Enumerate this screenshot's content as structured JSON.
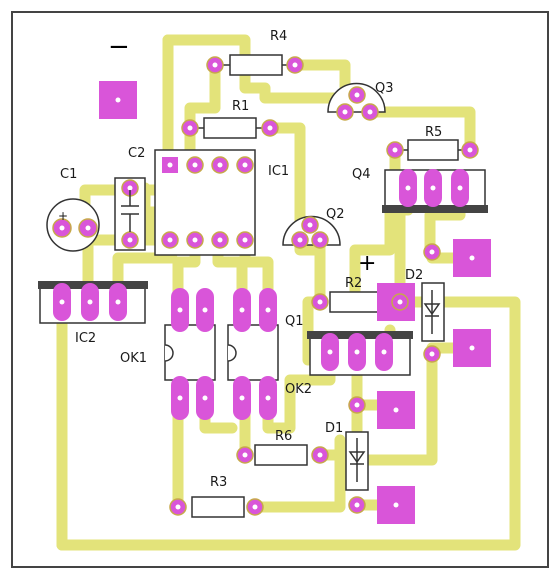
{
  "colors": {
    "trace": "#e3e37a",
    "pad": "#d955d9",
    "pad_hole": "#ffffff",
    "pad_ring": "#c7a94a",
    "outline": "#333333",
    "body": "#ffffff",
    "heatsink": "#444444",
    "frame": "#444444"
  },
  "labels": {
    "r4": "R4",
    "r1": "R1",
    "q3": "Q3",
    "c2": "C2",
    "ic1": "IC1",
    "r5": "R5",
    "c1": "C1",
    "q4": "Q4",
    "q2": "Q2",
    "r2": "R2",
    "d2": "D2",
    "ic2": "IC2",
    "q1": "Q1",
    "ok1": "OK1",
    "ok2": "OK2",
    "d1": "D1",
    "r6": "R6",
    "r3": "R3"
  },
  "symbols": {
    "minus": "−",
    "plus": "+"
  }
}
